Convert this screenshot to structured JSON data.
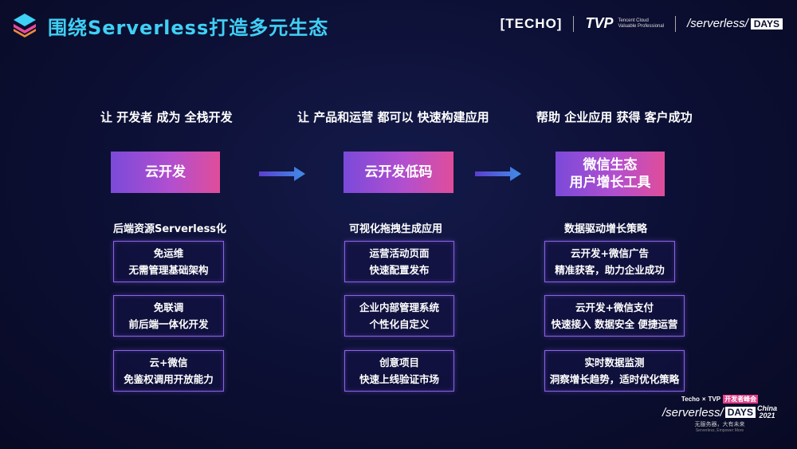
{
  "header": {
    "title": "围绕Serverless打造多元生态",
    "brand_techo": "[TECHO]",
    "brand_tvp": "TVP",
    "brand_tvp_line1": "Tencent Cloud",
    "brand_tvp_line2": "Valuable Professional",
    "brand_serverless": "/serverless/",
    "brand_days": "DAYS"
  },
  "columns": [
    {
      "slogan": "让 开发者 成为 全栈开发",
      "main": [
        "云开发"
      ],
      "subtitle": "后端资源Serverless化",
      "features": [
        [
          "免运维",
          "无需管理基础架构"
        ],
        [
          "免联调",
          "前后端一体化开发"
        ],
        [
          "云+微信",
          "免鉴权调用开放能力"
        ]
      ]
    },
    {
      "slogan": "让 产品和运营 都可以 快速构建应用",
      "main": [
        "云开发低码"
      ],
      "subtitle": "可视化拖拽生成应用",
      "features": [
        [
          "运营活动页面",
          "快速配置发布"
        ],
        [
          "企业内部管理系统",
          "个性化自定义"
        ],
        [
          "创意项目",
          "快速上线验证市场"
        ]
      ]
    },
    {
      "slogan": "帮助 企业应用 获得 客户成功",
      "main": [
        "微信生态",
        "用户增长工具"
      ],
      "subtitle": "数据驱动增长策略",
      "features": [
        [
          "云开发+微信广告",
          "精准获客，助力企业成功"
        ],
        [
          "云开发+微信支付",
          "快速接入 数据安全 便捷运营"
        ],
        [
          "实时数据监测",
          "洞察增长趋势，适时优化策略"
        ]
      ]
    }
  ],
  "footer": {
    "techo": "Techo",
    "tvp": "TVP",
    "tag": "开发者峰会",
    "serverless": "/serverless/",
    "days": "DAYS",
    "china": "China",
    "year": "2021",
    "slogan": "无服务器，大有未来",
    "slogan_en": "Serverless, Empower More"
  },
  "colors": {
    "background": "#0c0f33",
    "title": "#3fd0f5",
    "box_gradient_start": "#7b4ad9",
    "box_gradient_end": "#e04d9a",
    "feature_border": "#8a63e6",
    "arrow": "#3f7be0"
  },
  "icons": [
    "stack-layers-icon",
    "arrow-right-icon"
  ]
}
